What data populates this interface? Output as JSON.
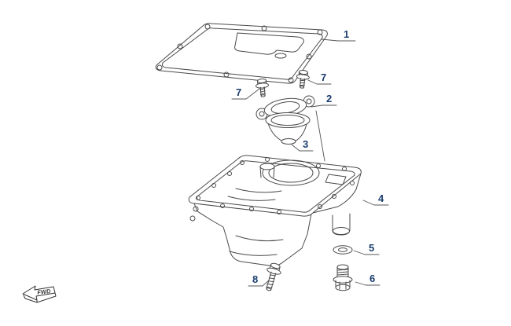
{
  "figure": {
    "type": "exploded-parts-diagram"
  },
  "callouts": [
    {
      "label": "1",
      "part": "gasket"
    },
    {
      "label": "7",
      "part": "flange-bolt-right"
    },
    {
      "label": "7",
      "part": "flange-bolt-left"
    },
    {
      "label": "2",
      "part": "strainer-plate"
    },
    {
      "label": "3",
      "part": "oil-strainer"
    },
    {
      "label": "4",
      "part": "oil-pan"
    },
    {
      "label": "5",
      "part": "sealing-washer"
    },
    {
      "label": "6",
      "part": "drain-bolt"
    },
    {
      "label": "8",
      "part": "mount-bolt"
    }
  ],
  "fwd": {
    "label": "FWD"
  },
  "colors": {
    "callout_text": "#1b3e6e",
    "line_art": "#4a4a4a",
    "leader_line": "#555555",
    "background": "#ffffff"
  }
}
